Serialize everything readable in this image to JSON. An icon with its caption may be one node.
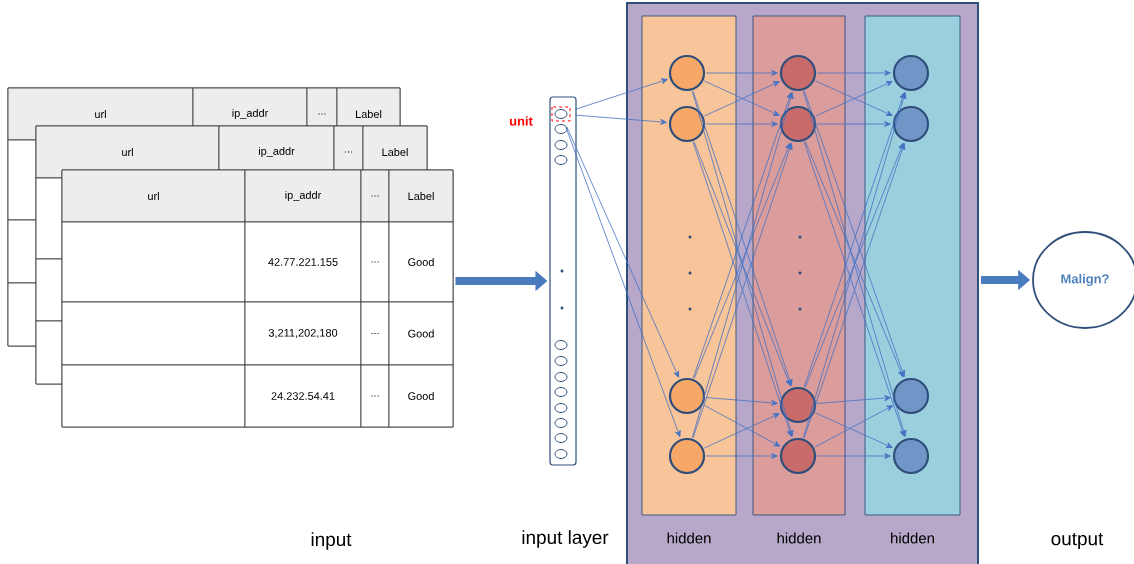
{
  "diagram": {
    "nodes": [
      {
        "text": [
          "url",
          "ip_addr",
          "...",
          "Label"
        ]
      },
      {
        "text": [
          "url",
          "ip_addr",
          "...",
          "Label"
        ]
      },
      {
        "text": [
          "url",
          "ip_addr",
          "...",
          "Label",
          "42.77.221.155",
          "...",
          "Good",
          "3,211,202,180",
          "...",
          "Good",
          "24.232.54.41",
          "...",
          "Good"
        ]
      },
      {
        "text": [],
        "shape": "bar",
        "beside": [
          "input layer"
        ]
      },
      {
        "text": [],
        "shape": "circle",
        "in": 3
      },
      {
        "text": [],
        "shape": "circle",
        "in": 3
      },
      {
        "text": [],
        "shape": "circle",
        "in": 3
      },
      {
        "text": [],
        "shape": "circle",
        "in": 3
      },
      {
        "text": [],
        "shape": "circle",
        "in": 3
      },
      {
        "text": [],
        "shape": "circle",
        "in": 3
      },
      {
        "text": [],
        "shape": "circle",
        "in": 3
      },
      {
        "text": [],
        "shape": "circle",
        "in": 3
      },
      {
        "text": [],
        "shape": "circle",
        "in": 3
      },
      {
        "text": [],
        "shape": "circle",
        "in": 3
      },
      {
        "text": [],
        "shape": "circle",
        "in": 3
      },
      {
        "text": [],
        "shape": "circle",
        "in": 3
      },
      {
        "text": [],
        "shape": "box"
      },
      {
        "text": [
          "hidden"
        ],
        "in": 16
      },
      {
        "text": [
          "hidden"
        ],
        "in": 16
      },
      {
        "text": [
          "hidden"
        ],
        "in": 16
      },
      {
        "text": [],
        "shape": "circle",
        "in": 17
      },
      {
        "text": [],
        "shape": "circle",
        "in": 17
      },
      {
        "text": [],
        "shape": "circle",
        "in": 17
      },
      {
        "text": [],
        "shape": "circle",
        "in": 17
      },
      {
        "text": [],
        "shape": "circle",
        "in": 18
      },
      {
        "text": [],
        "shape": "circle",
        "in": 18
      },
      {
        "text": [],
        "shape": "circle",
        "in": 18
      },
      {
        "text": [],
        "shape": "circle",
        "in": 18
      },
      {
        "text": [],
        "shape": "circle",
        "in": 19
      },
      {
        "text": [],
        "shape": "circle",
        "in": 19
      },
      {
        "text": [],
        "shape": "circle",
        "in": 19
      },
      {
        "text": [],
        "shape": "circle",
        "in": 19
      },
      {
        "text": [
          "Malign?"
        ]
      }
    ],
    "edges": [
      {
        "from": 2,
        "to": 3,
        "arrow": "to",
        "style": "thick"
      },
      {
        "from": 16,
        "to": 32,
        "arrow": "to",
        "style": "thick"
      },
      {
        "from": 4,
        "to": 20,
        "arrow": "to"
      },
      {
        "from": 4,
        "to": 21,
        "arrow": "to"
      },
      {
        "from": 4,
        "to": 22,
        "arrow": "to"
      },
      {
        "from": 4,
        "to": 23,
        "arrow": "to"
      },
      {
        "from": 20,
        "to": 24,
        "arrow": "to"
      },
      {
        "from": 20,
        "to": 25,
        "arrow": "to"
      },
      {
        "from": 20,
        "to": 26,
        "arrow": "to"
      },
      {
        "from": 20,
        "to": 27,
        "arrow": "to"
      },
      {
        "from": 21,
        "to": 24,
        "arrow": "to"
      },
      {
        "from": 21,
        "to": 25,
        "arrow": "to"
      },
      {
        "from": 21,
        "to": 26,
        "arrow": "to"
      },
      {
        "from": 21,
        "to": 27,
        "arrow": "to"
      },
      {
        "from": 22,
        "to": 24,
        "arrow": "to"
      },
      {
        "from": 22,
        "to": 25,
        "arrow": "to"
      },
      {
        "from": 22,
        "to": 26,
        "arrow": "to"
      },
      {
        "from": 22,
        "to": 27,
        "arrow": "to"
      },
      {
        "from": 23,
        "to": 24,
        "arrow": "to"
      },
      {
        "from": 23,
        "to": 25,
        "arrow": "to"
      },
      {
        "from": 23,
        "to": 26,
        "arrow": "to"
      },
      {
        "from": 23,
        "to": 27,
        "arrow": "to"
      },
      {
        "from": 24,
        "to": 28,
        "arrow": "to"
      },
      {
        "from": 24,
        "to": 29,
        "arrow": "to"
      },
      {
        "from": 24,
        "to": 30,
        "arrow": "to"
      },
      {
        "from": 24,
        "to": 31,
        "arrow": "to"
      },
      {
        "from": 25,
        "to": 28,
        "arrow": "to"
      },
      {
        "from": 25,
        "to": 29,
        "arrow": "to"
      },
      {
        "from": 25,
        "to": 30,
        "arrow": "to"
      },
      {
        "from": 25,
        "to": 31,
        "arrow": "to"
      },
      {
        "from": 26,
        "to": 28,
        "arrow": "to"
      },
      {
        "from": 26,
        "to": 29,
        "arrow": "to"
      },
      {
        "from": 26,
        "to": 30,
        "arrow": "to"
      },
      {
        "from": 26,
        "to": 31,
        "arrow": "to"
      },
      {
        "from": 27,
        "to": 28,
        "arrow": "to"
      },
      {
        "from": 27,
        "to": 29,
        "arrow": "to"
      },
      {
        "from": 27,
        "to": 30,
        "arrow": "to"
      },
      {
        "from": 27,
        "to": 31,
        "arrow": "to"
      }
    ],
    "labels": [
      "input",
      "unit",
      "output"
    ]
  }
}
